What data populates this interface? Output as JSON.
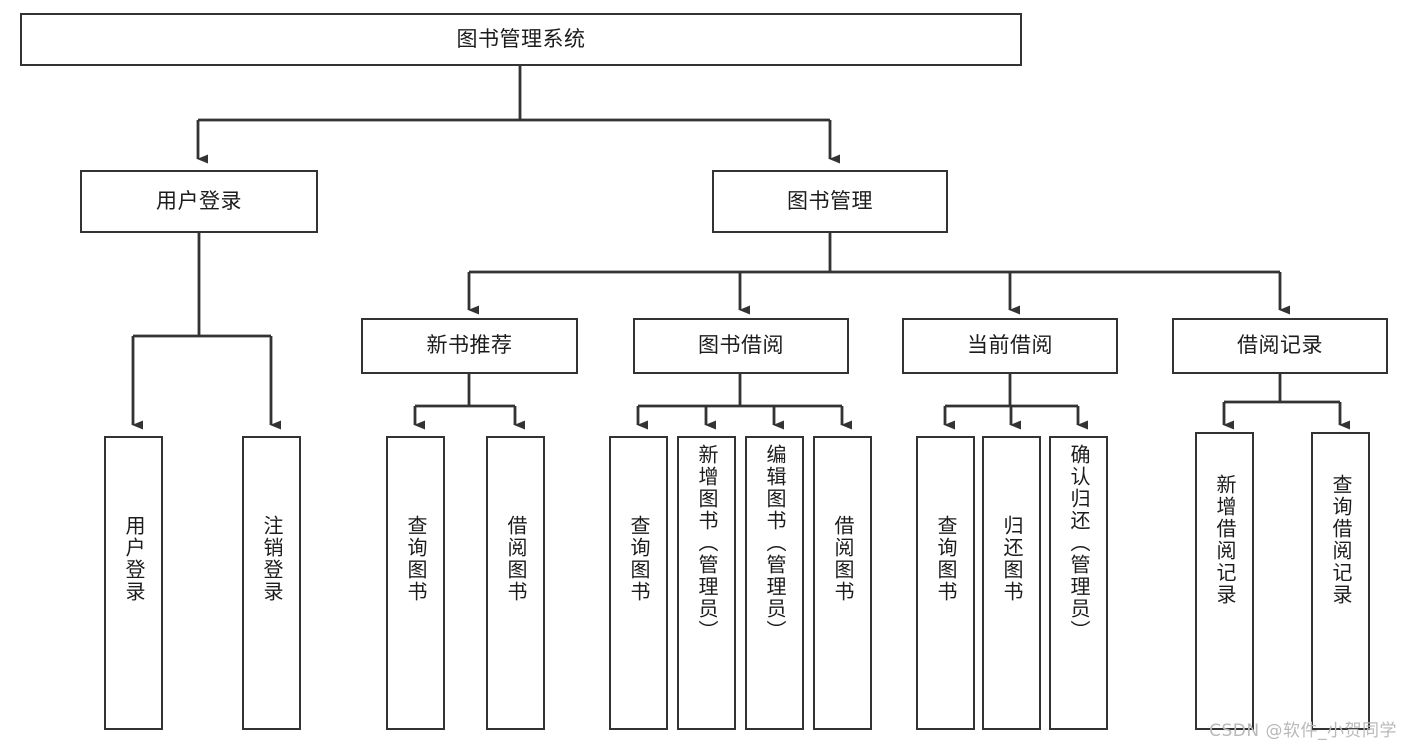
{
  "diagram": {
    "title": "图书管理系统",
    "type": "hierarchy-tree",
    "watermark": "CSDN @软件_小贺同学",
    "nodes": {
      "root": {
        "label": "图书管理系统"
      },
      "level2": [
        {
          "id": "user-login",
          "label": "用户登录"
        },
        {
          "id": "book-manage",
          "label": "图书管理"
        }
      ],
      "level3": [
        {
          "id": "new-book-rec",
          "label": "新书推荐"
        },
        {
          "id": "book-borrow",
          "label": "图书借阅"
        },
        {
          "id": "current-borrow",
          "label": "当前借阅"
        },
        {
          "id": "borrow-record",
          "label": "借阅记录"
        }
      ],
      "leaves": {
        "user-login": [
          {
            "id": "leaf-user-login",
            "label": "用户登录"
          },
          {
            "id": "leaf-user-logout",
            "label": "注销登录"
          }
        ],
        "new-book-rec": [
          {
            "id": "leaf-query-book-1",
            "label": "查询图书"
          },
          {
            "id": "leaf-borrow-book-1",
            "label": "借阅图书"
          }
        ],
        "book-borrow": [
          {
            "id": "leaf-query-book-2",
            "label": "查询图书"
          },
          {
            "id": "leaf-add-book",
            "label": "新增图书（管理员）"
          },
          {
            "id": "leaf-edit-book",
            "label": "编辑图书（管理员）"
          },
          {
            "id": "leaf-borrow-book-2",
            "label": "借阅图书"
          }
        ],
        "current-borrow": [
          {
            "id": "leaf-query-book-3",
            "label": "查询图书"
          },
          {
            "id": "leaf-return-book",
            "label": "归还图书"
          },
          {
            "id": "leaf-confirm-return",
            "label": "确认归还（管理员）"
          }
        ],
        "borrow-record": [
          {
            "id": "leaf-add-record",
            "label": "新增借阅记录"
          },
          {
            "id": "leaf-query-record",
            "label": "查询借阅记录"
          }
        ]
      }
    },
    "colors": {
      "border": "#333333",
      "text": "#1c1c1c",
      "background": "#ffffff",
      "watermark": "#b9b9b9"
    }
  }
}
